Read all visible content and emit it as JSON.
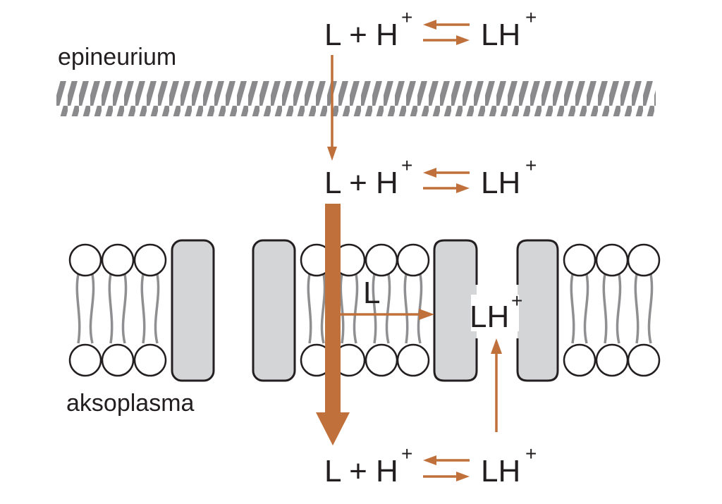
{
  "labels": {
    "epineurium": "epineurium",
    "aksoplasma": "aksoplasma"
  },
  "equations": {
    "top": {
      "left": "L + H",
      "left_sup": "+",
      "right": "LH",
      "right_sup": "+"
    },
    "middle": {
      "left": "L + H",
      "left_sup": "+",
      "right": "LH",
      "right_sup": "+"
    },
    "bottom": {
      "left": "L + H",
      "left_sup": "+",
      "right": "LH",
      "right_sup": "+"
    }
  },
  "channel": {
    "inner_label": "L",
    "pore_label": "LH",
    "pore_label_sup": "+"
  },
  "colors": {
    "arrow": "#c0703a",
    "hatch": "#8a8a8c",
    "channel_fill": "#d4d5d7",
    "outline": "#231f20",
    "lipid_tail": "#8f8f91"
  }
}
